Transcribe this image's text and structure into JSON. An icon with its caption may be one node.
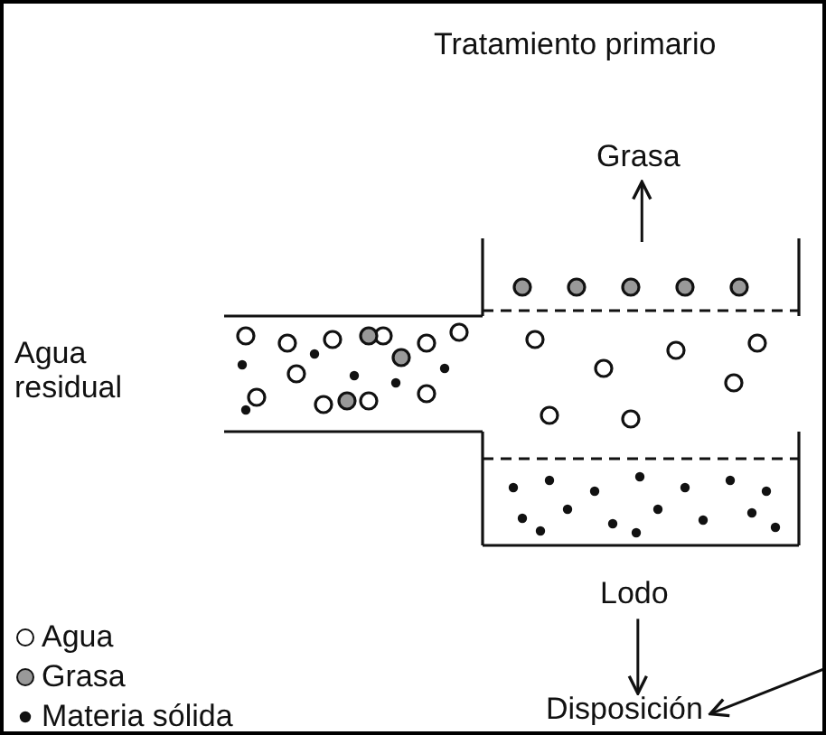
{
  "diagram": {
    "title": "Tratamiento primario",
    "nodes": [
      {
        "text": [
          "Grasa"
        ]
      },
      {
        "text": [],
        "shape": "picture"
      },
      {
        "text": [
          "Lodo"
        ]
      },
      {
        "text": [
          "Disposición"
        ]
      }
    ],
    "edges": [
      {
        "from": 1,
        "to": 0,
        "arrow": "to"
      },
      {
        "from": 2,
        "to": 3,
        "arrow": "to"
      },
      {
        "from": null,
        "to": 3,
        "arrow": "to"
      }
    ],
    "labels": [
      "Agua residual"
    ],
    "legend": [
      {
        "text": "Agua"
      },
      {
        "text": "Grasa"
      },
      {
        "text": "Materia sólida"
      }
    ]
  }
}
